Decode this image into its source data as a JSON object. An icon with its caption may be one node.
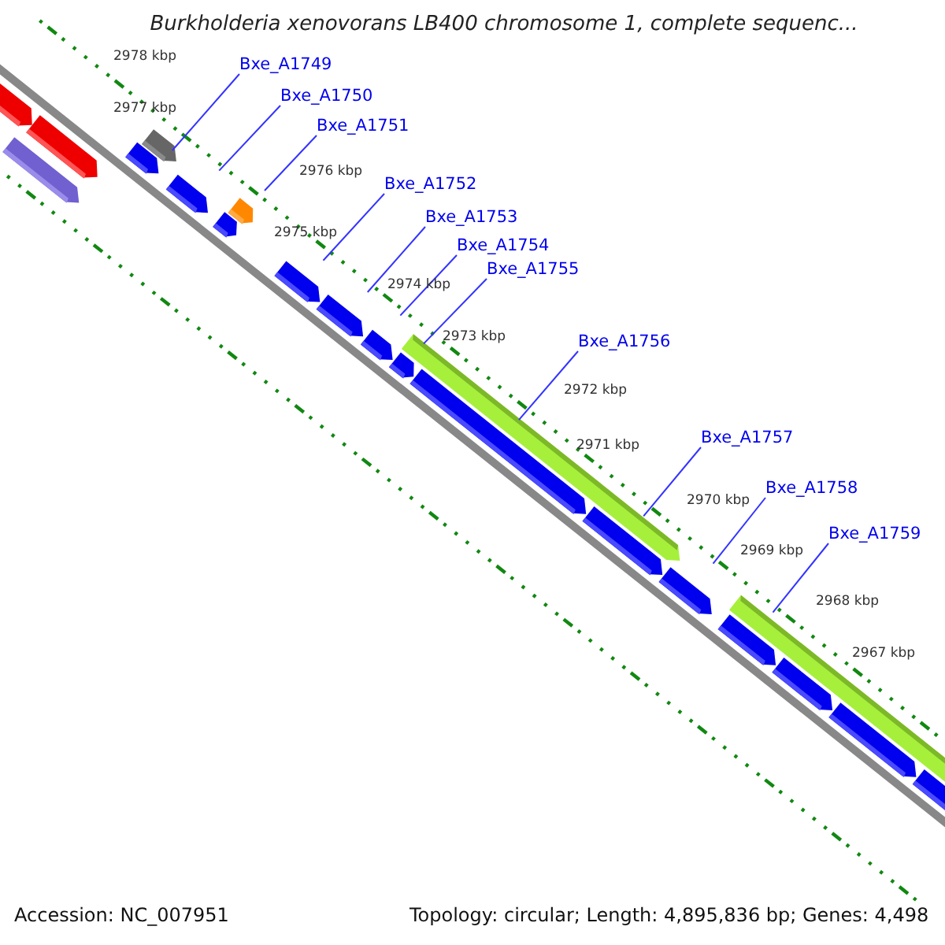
{
  "diagram": {
    "title": "Burkholderia xenovorans LB400 chromosome 1, complete sequenc...",
    "nodes": [
      {
        "text": [
          "Bxe_A1749"
        ]
      },
      {
        "text": [
          "Bxe_A1750"
        ]
      },
      {
        "text": [
          "Bxe_A1751"
        ]
      },
      {
        "text": [
          "Bxe_A1752"
        ]
      },
      {
        "text": [
          "Bxe_A1753"
        ]
      },
      {
        "text": [
          "Bxe_A1754"
        ]
      },
      {
        "text": [
          "Bxe_A1755"
        ]
      },
      {
        "text": [
          "Bxe_A1756"
        ]
      },
      {
        "text": [
          "Bxe_A1757"
        ]
      },
      {
        "text": [
          "Bxe_A1758"
        ]
      },
      {
        "text": [
          "Bxe_A1759"
        ]
      }
    ],
    "edges": [
      {
        "from": 0,
        "to": null,
        "arrow": "none"
      },
      {
        "from": 1,
        "to": null,
        "arrow": "none"
      },
      {
        "from": 2,
        "to": null,
        "arrow": "none"
      },
      {
        "from": 3,
        "to": null,
        "arrow": "none"
      },
      {
        "from": 4,
        "to": null,
        "arrow": "none"
      },
      {
        "from": 5,
        "to": null,
        "arrow": "none"
      },
      {
        "from": 6,
        "to": null,
        "arrow": "none"
      },
      {
        "from": 7,
        "to": null,
        "arrow": "none"
      },
      {
        "from": 8,
        "to": null,
        "arrow": "none"
      },
      {
        "from": 9,
        "to": null,
        "arrow": "none"
      },
      {
        "from": 10,
        "to": null,
        "arrow": "none"
      }
    ],
    "labels": [
      "2978 kbp",
      "2977 kbp",
      "2976 kbp",
      "2975 kbp",
      "2974 kbp",
      "2973 kbp",
      "2972 kbp",
      "2971 kbp",
      "2970 kbp",
      "2969 kbp",
      "2968 kbp",
      "2967 kbp",
      "Accession: NC_007951",
      "Topology: circular; Length: 4,895,836 bp; Genes: 4,498"
    ]
  }
}
